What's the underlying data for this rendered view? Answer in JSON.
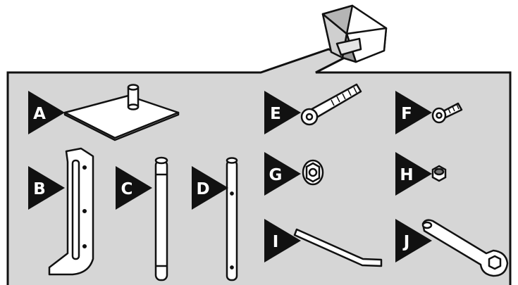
{
  "parts": [
    {
      "letter": "A",
      "name": "base plate with post"
    },
    {
      "letter": "B",
      "name": "L-bracket with slots"
    },
    {
      "letter": "C",
      "name": "tube with crimped ends"
    },
    {
      "letter": "D",
      "name": "straight rod with holes"
    },
    {
      "letter": "E",
      "name": "long socket-head bolt"
    },
    {
      "letter": "F",
      "name": "short button-head screw"
    },
    {
      "letter": "G",
      "name": "flange nut"
    },
    {
      "letter": "H",
      "name": "hex nut"
    },
    {
      "letter": "I",
      "name": "hex key"
    },
    {
      "letter": "J",
      "name": "wrench"
    }
  ],
  "colors": {
    "panel": "#d6d6d6",
    "outline": "#111111",
    "marker": "#111111",
    "part_fill": "#ffffff"
  }
}
